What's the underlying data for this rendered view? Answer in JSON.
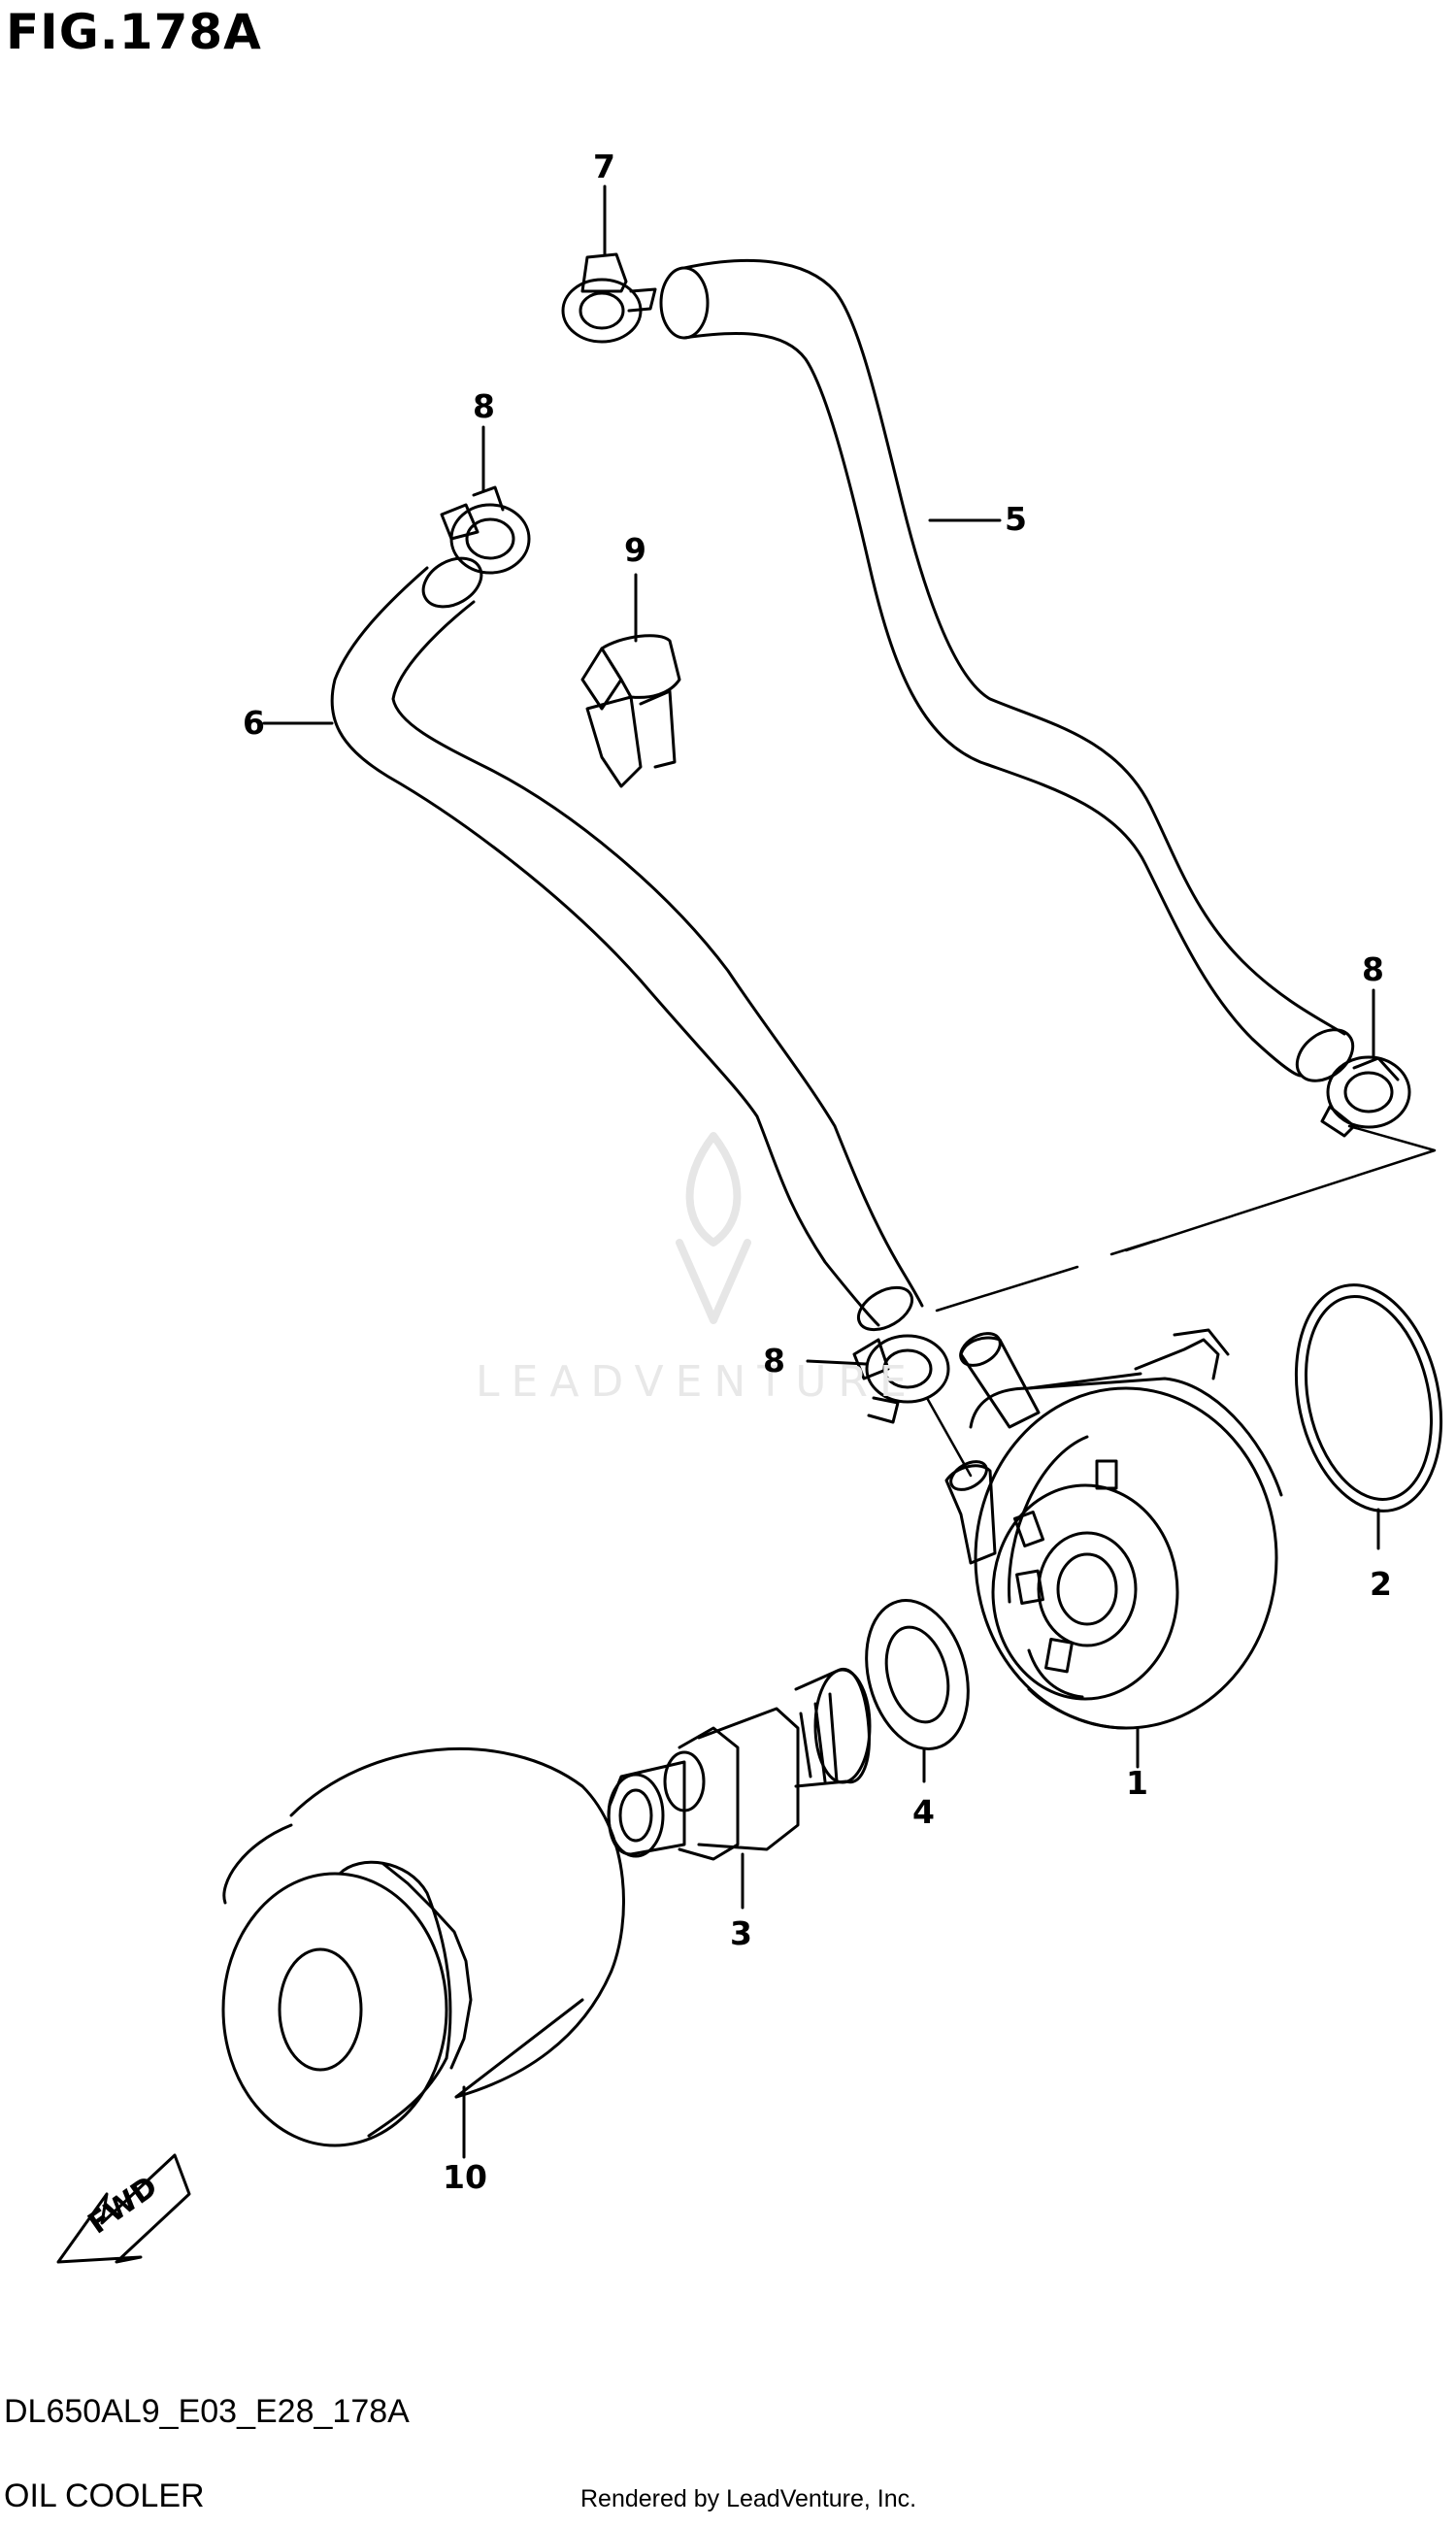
{
  "figure": {
    "title": "FIG.178A",
    "diagram_code": "DL650AL9_E03_E28_178A",
    "section": "OIL COOLER",
    "credit": "Rendered by LeadVenture, Inc.",
    "watermark": "LEADVENTURE",
    "direction_label": "FWD"
  },
  "callouts": [
    {
      "id": "c7",
      "text": "7"
    },
    {
      "id": "c8a",
      "text": "8"
    },
    {
      "id": "c9",
      "text": "9"
    },
    {
      "id": "c5",
      "text": "5"
    },
    {
      "id": "c6",
      "text": "6"
    },
    {
      "id": "c8b",
      "text": "8"
    },
    {
      "id": "c8c",
      "text": "8"
    },
    {
      "id": "c2",
      "text": "2"
    },
    {
      "id": "c1",
      "text": "1"
    },
    {
      "id": "c4",
      "text": "4"
    },
    {
      "id": "c3",
      "text": "3"
    },
    {
      "id": "c10",
      "text": "10"
    }
  ]
}
